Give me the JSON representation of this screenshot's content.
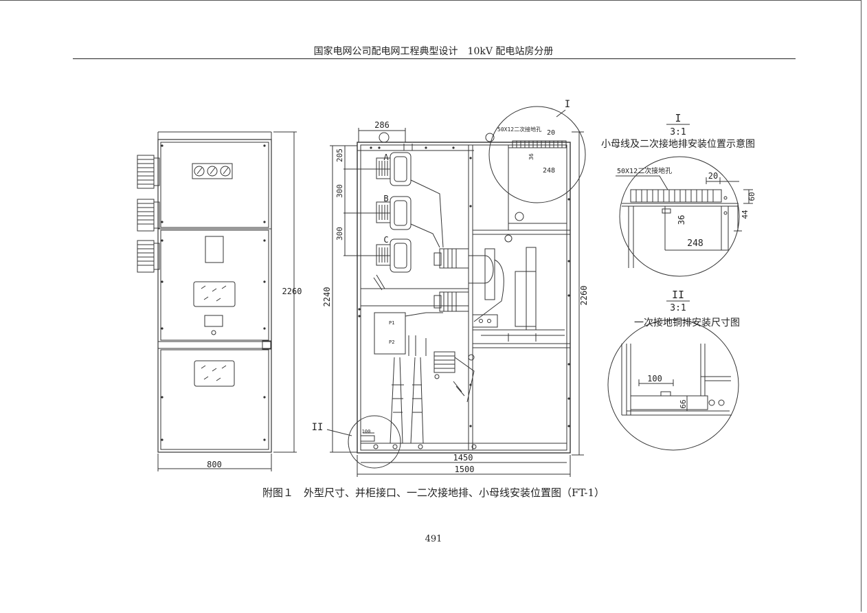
{
  "header": {
    "title": "国家电网公司配电网工程典型设计　10kV 配电站房分册"
  },
  "front_view": {
    "height_dim": "2260",
    "width_dim": "800"
  },
  "section_view": {
    "top_dim": "286",
    "phase_spacing_dims": [
      "205",
      "300",
      "300"
    ],
    "phase_labels": [
      "A",
      "B",
      "C"
    ],
    "inner_height_dim": "2240",
    "outer_height_dim": "2260",
    "inner_width_dim": "1450",
    "outer_width_dim": "1500",
    "ct_labels": [
      "P1",
      "P2"
    ],
    "callout_I": "I",
    "callout_II": "II",
    "hole_label": "50X12二次接地孔",
    "dim_20": "20",
    "dim_36": "36",
    "dim_248": "248",
    "dim_100": "100"
  },
  "detail_I": {
    "numeral": "I",
    "scale": "3:1",
    "title": "小母线及二次接地排安装位置示意图",
    "hole_label": "50X12二次接地孔",
    "dim_20": "20",
    "dim_36": "36",
    "dim_248": "248",
    "dim_44": "44",
    "dim_60": "60"
  },
  "detail_II": {
    "numeral": "II",
    "scale": "3:1",
    "title": "一次接地铜排安装尺寸图",
    "dim_100": "100",
    "dim_66": "66"
  },
  "caption": "附图１　外型尺寸、并柜接口、一二次接地排、小母线安装位置图（FT-1）",
  "page_number": "491"
}
